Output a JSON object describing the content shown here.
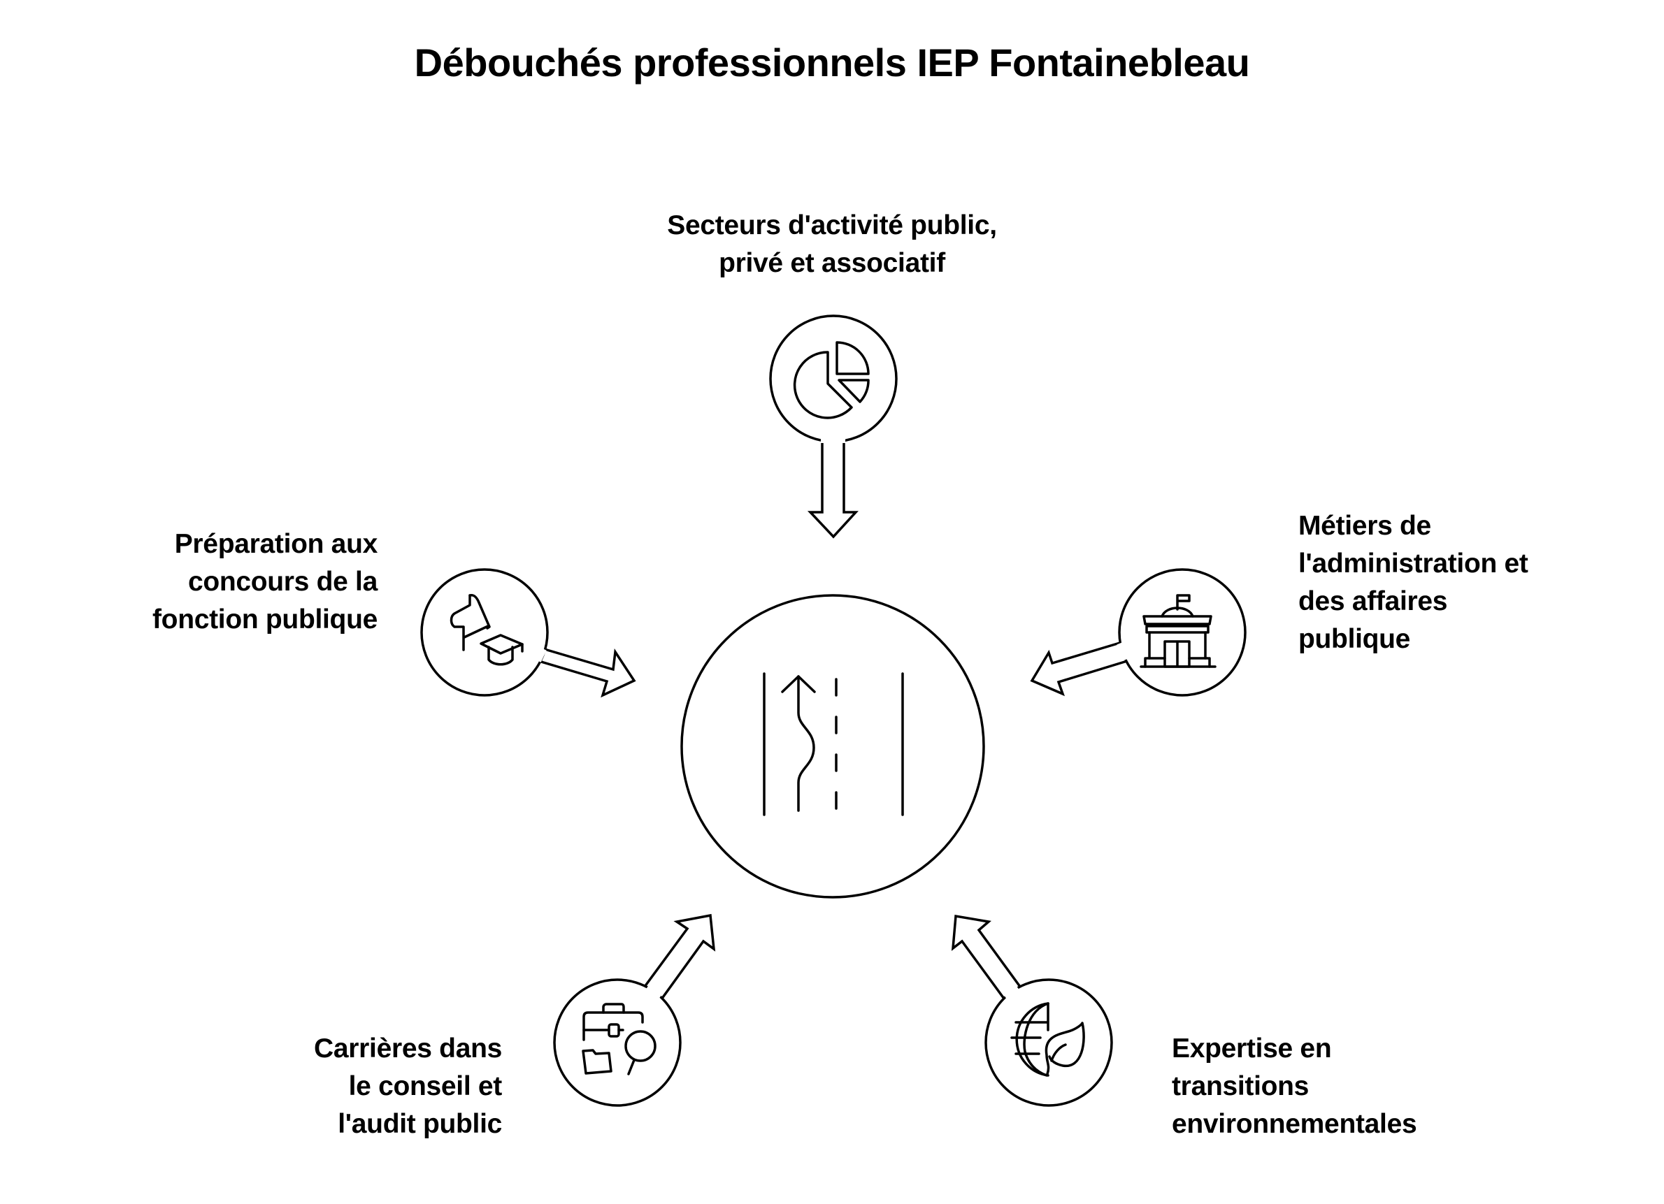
{
  "title": "Débouchés professionnels IEP Fontainebleau",
  "center": {
    "icon": "winding-road-arrow-icon"
  },
  "nodes": [
    {
      "id": "top",
      "icon": "pie-chart-icon",
      "lines": [
        "Secteurs d'activité public,",
        "privé et associatif"
      ]
    },
    {
      "id": "left",
      "icon": "exam-megaphone-graduation-cap-icon",
      "lines": [
        "Préparation aux",
        "concours de la",
        "fonction publique"
      ]
    },
    {
      "id": "right",
      "icon": "government-building-icon",
      "lines": [
        "Métiers de",
        "l'administration et",
        "des affaires",
        "publique"
      ]
    },
    {
      "id": "bottom-left",
      "icon": "briefcase-folder-magnifier-icon",
      "lines": [
        "Carrières dans",
        "le conseil et",
        "l'audit public"
      ]
    },
    {
      "id": "bottom-right",
      "icon": "globe-leaf-icon",
      "lines": [
        "Expertise en",
        "transitions",
        "environnementales"
      ]
    }
  ],
  "colors": {
    "background": "#ffffff",
    "stroke": "#000000",
    "text": "#000000"
  }
}
